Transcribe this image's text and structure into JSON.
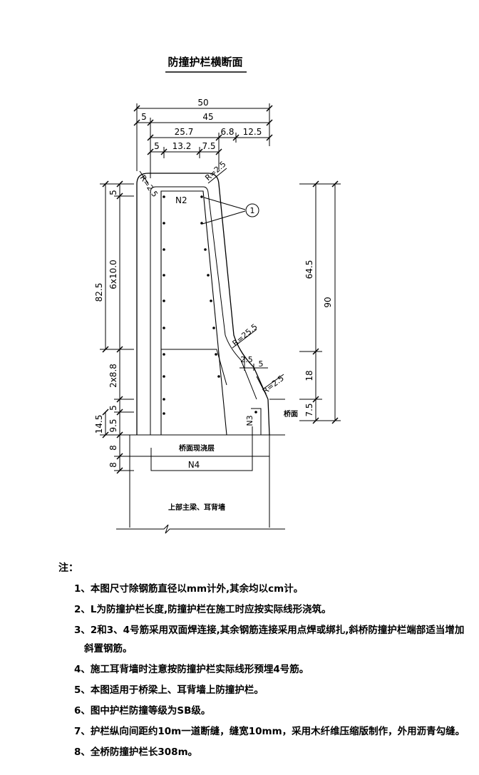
{
  "title": "防撞护栏横断面",
  "dims_top": {
    "total": "50",
    "left_offset": "5",
    "inner": "45",
    "top_width": "25.7",
    "slope_w": "6.8",
    "base_ext": "12.5",
    "rebar_off": "5",
    "rebar_sp": "13.2",
    "rebar_end": "7.5"
  },
  "radius": {
    "left_top": "R=2.5",
    "right_top": "R=2.5",
    "mid": "R=25.5",
    "lower": "R=2.5"
  },
  "dims_left": {
    "top": "5",
    "spacing": "6x10.0",
    "main": "82.5",
    "lower_sp": "2x8.8",
    "mid": "5",
    "sub": "9.5",
    "total_low": "14.5",
    "deck": "8",
    "bottom": "8"
  },
  "dims_right": {
    "upper": "64.5",
    "total": "90",
    "mid": "18",
    "low": "7.5"
  },
  "small_dims": {
    "a": "2.5",
    "b": "5"
  },
  "labels": {
    "n2": "N2",
    "n3": "N3",
    "n4": "N4",
    "circle_num": "1",
    "deck_surface": "桥面",
    "deck_layer": "桥面现浇层",
    "girder": "上部主梁、耳背墙"
  },
  "notes": {
    "header": "注：",
    "items": [
      "1、本图尺寸除钢筋直径以mm计外,其余均以cm计。",
      "2、L为防撞护栏长度,防撞护栏在施工时应按实际线形浇筑。",
      "3、2和3、4号筋采用双面焊连接,其余钢筋连接采用点焊或绑扎,斜桥防撞护栏端部适当增加",
      "斜置钢筋。",
      "4、施工耳背墙时注意按防撞护栏实际线形预埋4号筋。",
      "5、本图适用于桥梁上、耳背墙上防撞护栏。",
      "6、图中护栏防撞等级为SB级。",
      "7、护栏纵向间距约10m一道断缝，缝宽10mm，采用木纤维压缩版制作，外用沥青勾缝。",
      "8、全桥防撞护栏长308m。"
    ]
  }
}
